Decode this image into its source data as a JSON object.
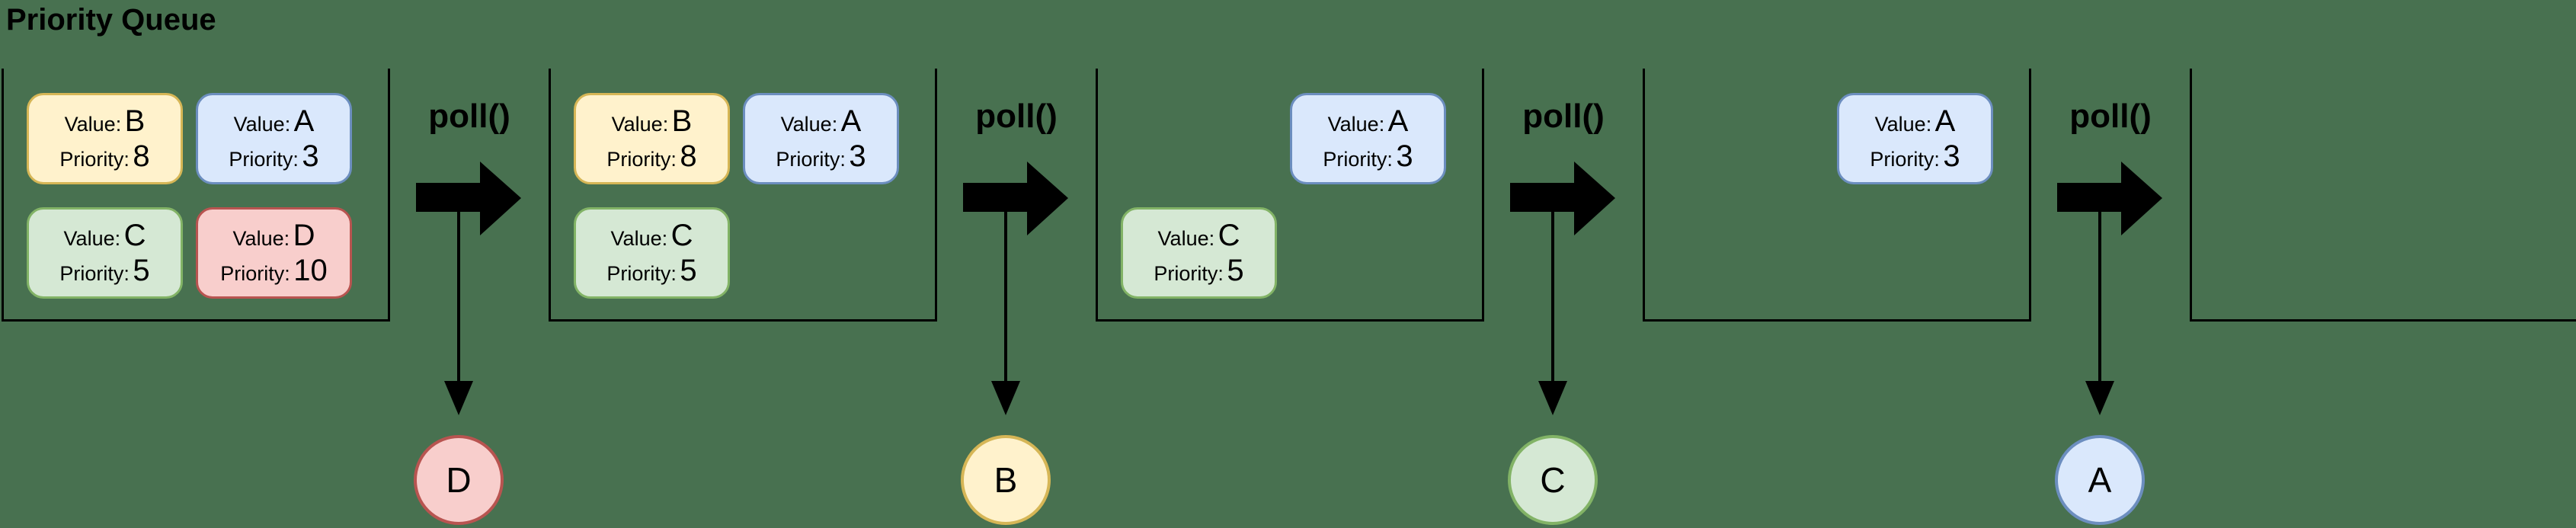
{
  "title": "Priority Queue",
  "background_color": "#487150",
  "palette": {
    "yellow": {
      "fill": "#fff2cc",
      "stroke": "#d6b656"
    },
    "blue": {
      "fill": "#dae8fc",
      "stroke": "#6c8ebf"
    },
    "green": {
      "fill": "#d5e8d4",
      "stroke": "#82b366"
    },
    "red": {
      "fill": "#f8cecc",
      "stroke": "#b85450"
    }
  },
  "card_labels": {
    "value": "Value:",
    "priority": "Priority:"
  },
  "queue_states": [
    {
      "name": "state-1",
      "cards": [
        {
          "value": "B",
          "priority": "8",
          "color": "yellow",
          "slot": "top-left"
        },
        {
          "value": "A",
          "priority": "3",
          "color": "blue",
          "slot": "top-right"
        },
        {
          "value": "C",
          "priority": "5",
          "color": "green",
          "slot": "bottom-left"
        },
        {
          "value": "D",
          "priority": "10",
          "color": "red",
          "slot": "bottom-right"
        }
      ]
    },
    {
      "name": "state-2",
      "cards": [
        {
          "value": "B",
          "priority": "8",
          "color": "yellow",
          "slot": "top-left"
        },
        {
          "value": "A",
          "priority": "3",
          "color": "blue",
          "slot": "top-right"
        },
        {
          "value": "C",
          "priority": "5",
          "color": "green",
          "slot": "bottom-left"
        }
      ]
    },
    {
      "name": "state-3",
      "cards": [
        {
          "value": "A",
          "priority": "3",
          "color": "blue",
          "slot": "top-right"
        },
        {
          "value": "C",
          "priority": "5",
          "color": "green",
          "slot": "bottom-left"
        }
      ]
    },
    {
      "name": "state-4",
      "cards": [
        {
          "value": "A",
          "priority": "3",
          "color": "blue",
          "slot": "top-right"
        }
      ]
    },
    {
      "name": "state-5",
      "cards": []
    }
  ],
  "poll_operations": [
    {
      "label": "poll()",
      "result_value": "D",
      "result_color": "red"
    },
    {
      "label": "poll()",
      "result_value": "B",
      "result_color": "yellow"
    },
    {
      "label": "poll()",
      "result_value": "C",
      "result_color": "green"
    },
    {
      "label": "poll()",
      "result_value": "A",
      "result_color": "blue"
    }
  ]
}
